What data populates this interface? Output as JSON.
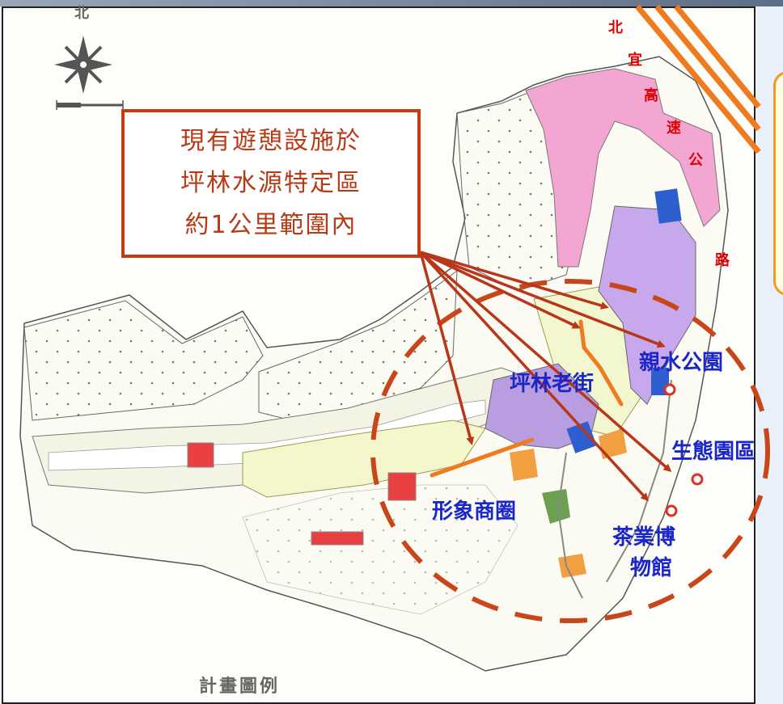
{
  "map": {
    "north_label": "北",
    "legend_caption": "計畫圖例",
    "callout_lines": [
      "現有遊憩設施於",
      "坪林水源特定區",
      "約1公里範圍內"
    ],
    "highway_chars": [
      "北",
      "宜",
      "高",
      "速",
      "公",
      "路"
    ],
    "places": {
      "old_street": "坪林老街",
      "waterfront_park": "親水公園",
      "eco_park": "生態園區",
      "image_district": "形象商圈",
      "tea_museum_line1": "茶業博",
      "tea_museum_line2": "物館"
    }
  },
  "colors": {
    "callout_border": "#c83a10",
    "callout_text": "#b83a14",
    "place_label": "#1a26c8",
    "highway_label": "#e00000",
    "highway_stripes": "#f07a1e",
    "dashed_circle": "#c8471a",
    "arrows": "#b8361a"
  }
}
